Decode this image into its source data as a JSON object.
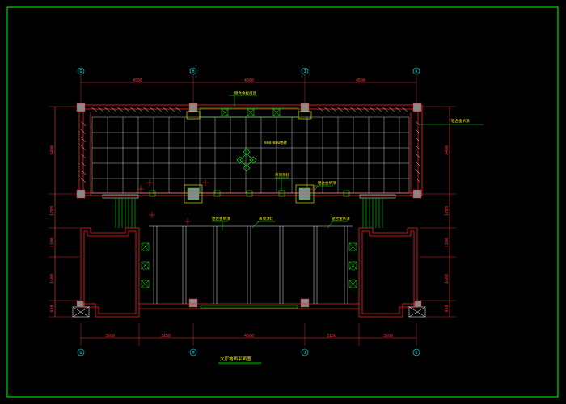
{
  "axes_top": [
    "G",
    "H",
    "J",
    "K"
  ],
  "axes_bottom": [
    "G",
    "H",
    "J",
    "K"
  ],
  "dims_top": [
    "4500",
    "4500",
    "4500"
  ],
  "dims_bottom": [
    "3600",
    "3150",
    "4500",
    "3150",
    "3600"
  ],
  "dims_left": [
    "3400",
    "1700",
    "1100",
    "1600",
    "900"
  ],
  "dims_right": [
    "3400",
    "1700",
    "1100",
    "1600",
    "900"
  ],
  "notes": {
    "ceiling_top": "铝合金板吊顶",
    "right_wall": "铝合金吊顶",
    "floor_center": "800×800地砖",
    "mid_a": "吊顶顶灯",
    "mid_b": "铝合金吊顶",
    "lower_a": "铝合金吊顶",
    "lower_b": "吊顶顶灯",
    "lower_c": "铝合金吊顶"
  },
  "title": "大厅地面平面图",
  "colors": {
    "wall": "#ff2020",
    "grid": "#ffffff",
    "axis": "#00ffff",
    "note": "#ffff00",
    "leader": "#00ff00",
    "frame": "#00ff00"
  }
}
